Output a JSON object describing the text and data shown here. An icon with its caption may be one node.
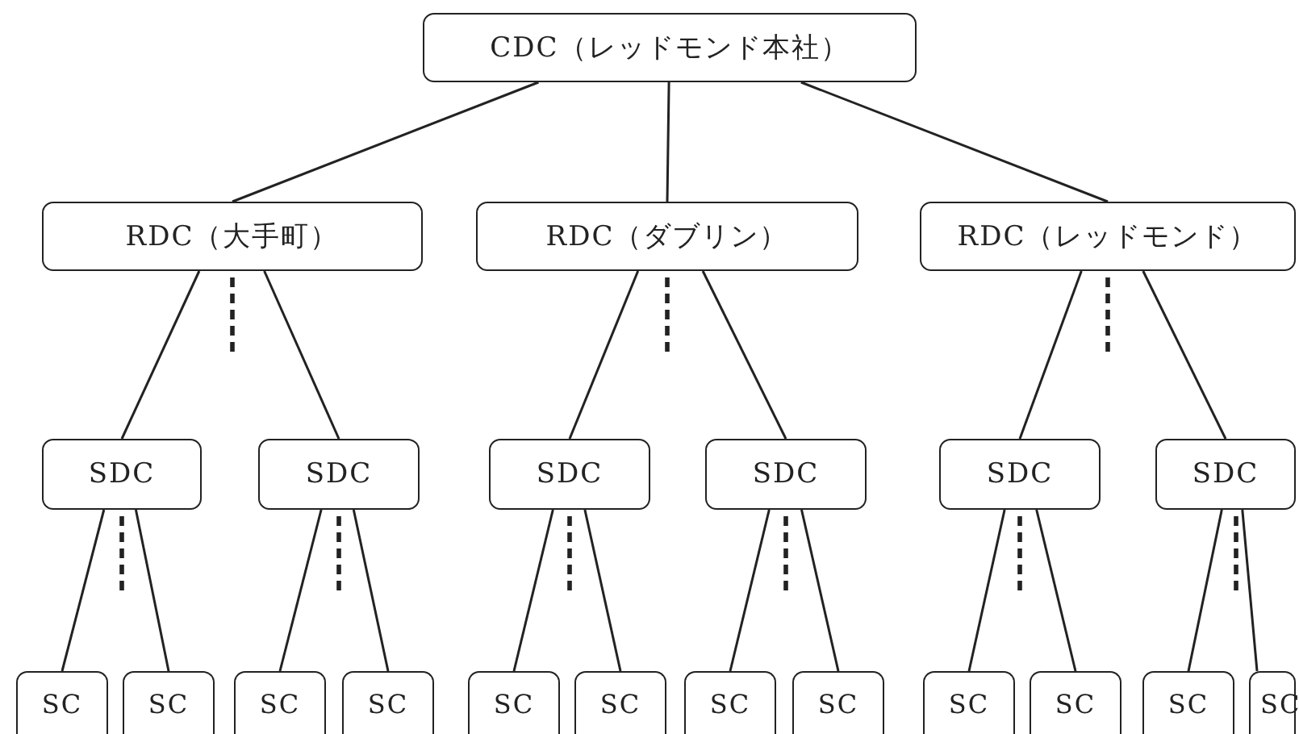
{
  "diagram": {
    "nodes": [
      {
        "text": [
          "CDC（レッドモンド本社）"
        ]
      },
      {
        "text": [
          "RDC（大手町）"
        ]
      },
      {
        "text": [
          "RDC（ダブリン）"
        ]
      },
      {
        "text": [
          "RDC（レッドモンド）"
        ]
      },
      {
        "text": [
          "SDC"
        ]
      },
      {
        "text": [
          "SDC"
        ]
      },
      {
        "text": [
          "SDC"
        ]
      },
      {
        "text": [
          "SDC"
        ]
      },
      {
        "text": [
          "SDC"
        ]
      },
      {
        "text": [
          "SDC"
        ]
      },
      {
        "text": [
          "SC"
        ]
      },
      {
        "text": [
          "SC"
        ]
      },
      {
        "text": [
          "SC"
        ]
      },
      {
        "text": [
          "SC"
        ]
      },
      {
        "text": [
          "SC"
        ]
      },
      {
        "text": [
          "SC"
        ]
      },
      {
        "text": [
          "SC"
        ]
      },
      {
        "text": [
          "SC"
        ]
      },
      {
        "text": [
          "SC"
        ]
      },
      {
        "text": [
          "SC"
        ]
      },
      {
        "text": [
          "SC"
        ]
      },
      {
        "text": [
          "SC"
        ]
      }
    ],
    "edges": [
      {
        "from": 0,
        "to": 1,
        "arrow": "none"
      },
      {
        "from": 0,
        "to": 2,
        "arrow": "none"
      },
      {
        "from": 0,
        "to": 3,
        "arrow": "none"
      },
      {
        "from": 1,
        "to": 4,
        "arrow": "none"
      },
      {
        "from": 1,
        "to": 5,
        "arrow": "none"
      },
      {
        "from": 2,
        "to": 6,
        "arrow": "none"
      },
      {
        "from": 2,
        "to": 7,
        "arrow": "none"
      },
      {
        "from": 3,
        "to": 8,
        "arrow": "none"
      },
      {
        "from": 3,
        "to": 9,
        "arrow": "none"
      },
      {
        "from": 4,
        "to": 10,
        "arrow": "none"
      },
      {
        "from": 4,
        "to": 11,
        "arrow": "none"
      },
      {
        "from": 5,
        "to": 12,
        "arrow": "none"
      },
      {
        "from": 5,
        "to": 13,
        "arrow": "none"
      },
      {
        "from": 6,
        "to": 14,
        "arrow": "none"
      },
      {
        "from": 6,
        "to": 15,
        "arrow": "none"
      },
      {
        "from": 7,
        "to": 16,
        "arrow": "none"
      },
      {
        "from": 7,
        "to": 17,
        "arrow": "none"
      },
      {
        "from": 8,
        "to": 18,
        "arrow": "none"
      },
      {
        "from": 8,
        "to": 19,
        "arrow": "none"
      },
      {
        "from": 9,
        "to": 20,
        "arrow": "none"
      },
      {
        "from": 9,
        "to": 21,
        "arrow": "none"
      }
    ]
  }
}
